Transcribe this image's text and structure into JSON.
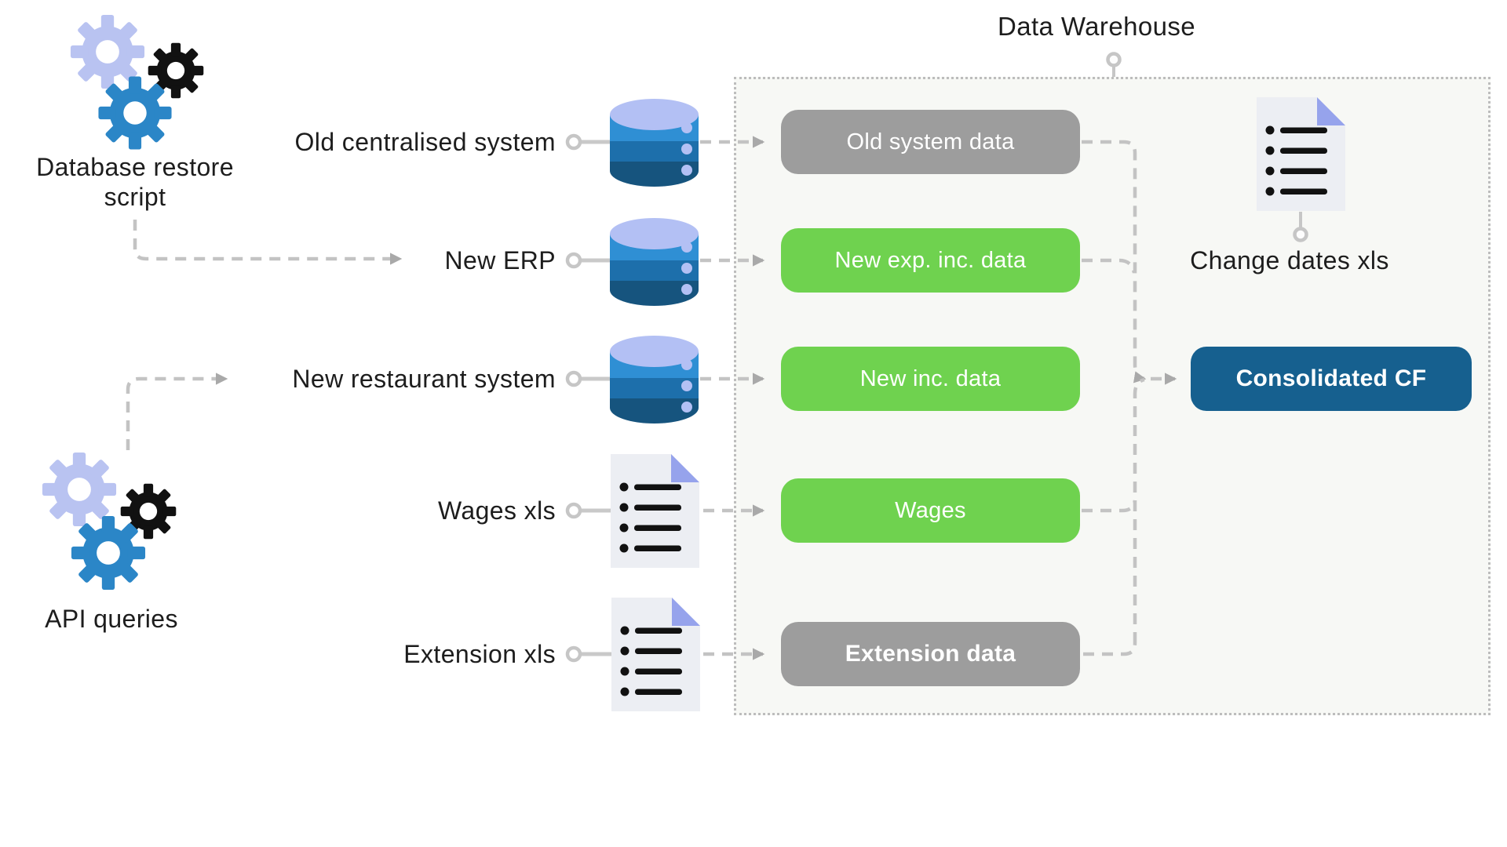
{
  "diagram": {
    "title": "Data Warehouse",
    "processes": [
      {
        "label": "Database restore script",
        "icon": "gears",
        "feeds": "New ERP"
      },
      {
        "label": "API queries",
        "icon": "gears",
        "feeds": "New restaurant system"
      }
    ],
    "sources": [
      {
        "label": "Old centralised system",
        "icon": "database",
        "box": "Old system data",
        "box_color": "gray",
        "box_bold": false
      },
      {
        "label": "New ERP",
        "icon": "database",
        "box": "New exp. inc. data",
        "box_color": "green",
        "box_bold": false
      },
      {
        "label": "New restaurant system",
        "icon": "database",
        "box": "New inc. data",
        "box_color": "green",
        "box_bold": false
      },
      {
        "label": "Wages xls",
        "icon": "document",
        "box": "Wages",
        "box_color": "green",
        "box_bold": false
      },
      {
        "label": "Extension xls",
        "icon": "document",
        "box": "Extension data",
        "box_color": "gray",
        "box_bold": true
      }
    ],
    "outputs": [
      {
        "label": "Change dates xls",
        "icon": "document"
      },
      {
        "label": "Consolidated CF",
        "box_color": "blue",
        "box_bold": true
      }
    ],
    "colors": {
      "green_box": "#6fd24f",
      "gray_box": "#9d9d9d",
      "blue_box": "#16608f",
      "warehouse_fill": "#f7f8f5",
      "dotted_border": "#bdbdbd",
      "dashed_line": "#c3c3c3",
      "arrowhead": "#a9a9a9",
      "text": "#1d1d1d",
      "db_top": "#b3c0f4",
      "db_band1": "#2f8fd4",
      "db_band2": "#1d6fab",
      "db_band3": "#16547e",
      "doc_page": "#eceef3",
      "doc_fold": "#96a3ec",
      "gear_light": "#b9c3f1",
      "gear_black": "#111111",
      "gear_blue": "#2b86c7"
    }
  }
}
